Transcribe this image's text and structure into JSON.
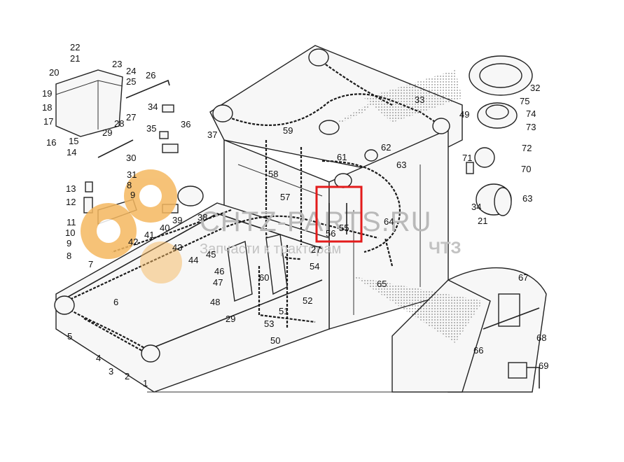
{
  "watermark": {
    "brand": "CHTZ-PARTS.RU",
    "tagline_a": "Запчасти к тракторам",
    "tagline_b": "ЧТЗ",
    "gear_color": "#f5b860"
  },
  "highlight": {
    "color": "#e31b1b",
    "label_a": "56",
    "label_b": "55"
  },
  "callouts": [
    "1",
    "2",
    "3",
    "4",
    "5",
    "6",
    "7",
    "8",
    "9",
    "10",
    "11",
    "12",
    "13",
    "14",
    "15",
    "16",
    "17",
    "18",
    "19",
    "20",
    "21",
    "22",
    "23",
    "24",
    "25",
    "26",
    "27",
    "28",
    "29",
    "30",
    "31",
    "32",
    "33",
    "34",
    "35",
    "36",
    "37",
    "38",
    "39",
    "40",
    "41",
    "42",
    "43",
    "44",
    "45",
    "46",
    "47",
    "48",
    "49",
    "50",
    "51",
    "52",
    "53",
    "54",
    "55",
    "56",
    "57",
    "58",
    "59",
    "60",
    "61",
    "62",
    "63",
    "64",
    "65",
    "66",
    "67",
    "68",
    "69",
    "70",
    "71",
    "72",
    "73",
    "74",
    "75"
  ]
}
